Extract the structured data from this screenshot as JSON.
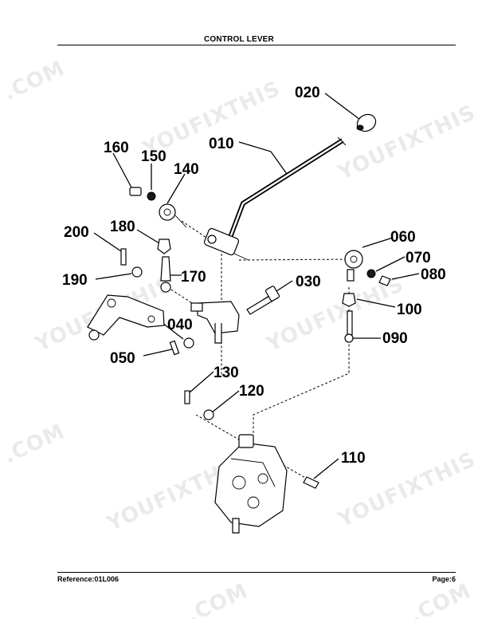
{
  "header": {
    "title": "CONTROL LEVER"
  },
  "footer": {
    "reference": "Reference:01L006",
    "page": "Page:6"
  },
  "watermark": {
    "brand": "YOUFIXTHIS",
    "domain": ".COM",
    "color": "#a0a0a0"
  },
  "callouts": [
    {
      "id": "010",
      "label": "010"
    },
    {
      "id": "020",
      "label": "020"
    },
    {
      "id": "030",
      "label": "030"
    },
    {
      "id": "040",
      "label": "040"
    },
    {
      "id": "050",
      "label": "050"
    },
    {
      "id": "060",
      "label": "060"
    },
    {
      "id": "070",
      "label": "070"
    },
    {
      "id": "080",
      "label": "080"
    },
    {
      "id": "090",
      "label": "090"
    },
    {
      "id": "100",
      "label": "100"
    },
    {
      "id": "110",
      "label": "110"
    },
    {
      "id": "120",
      "label": "120"
    },
    {
      "id": "130",
      "label": "130"
    },
    {
      "id": "140",
      "label": "140"
    },
    {
      "id": "150",
      "label": "150"
    },
    {
      "id": "160",
      "label": "160"
    },
    {
      "id": "170",
      "label": "170"
    },
    {
      "id": "180",
      "label": "180"
    },
    {
      "id": "190",
      "label": "190"
    },
    {
      "id": "200",
      "label": "200"
    }
  ]
}
